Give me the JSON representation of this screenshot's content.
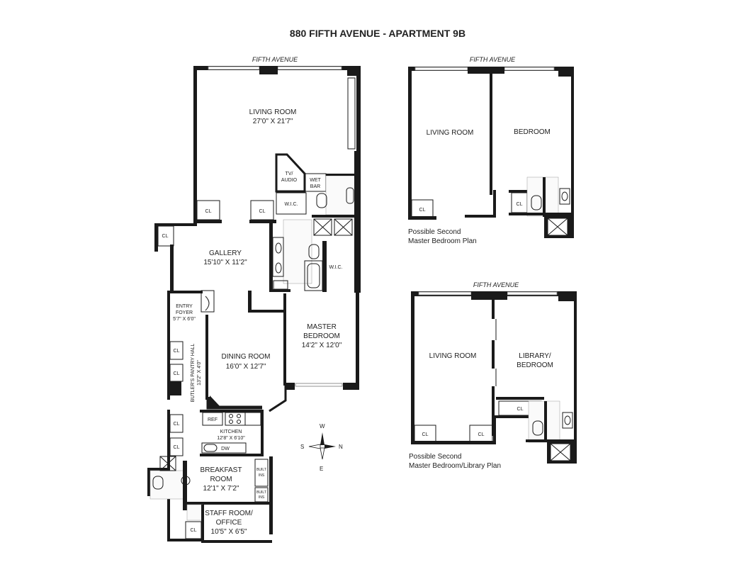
{
  "title": "880 FIFTH AVENUE - APARTMENT 9B",
  "plans": {
    "main": {
      "street": "FIFTH AVENUE",
      "rooms": {
        "living_name": "LIVING ROOM",
        "living_dim": "27'0\" X 21'7\"",
        "tv": "TV/",
        "audio": "AUDIO",
        "wet": "WET",
        "bar": "BAR",
        "wic1": "W.I.C.",
        "wic2": "W.I.C.",
        "cl_living_left": "CL",
        "cl_living_right": "CL",
        "cl_gallery": "CL",
        "gallery_name": "GALLERY",
        "gallery_dim": "15'10\" X 11'2\"",
        "entry": "ENTRY",
        "foyer": "FOYER",
        "foyer_dim": "5'7\" X 6'0\"",
        "butler": "BUTLER'S PANTRY HALL",
        "butler_dim": "13'2\" X 4'0\"",
        "cl_butler1": "CL",
        "cl_butler2": "CL",
        "dining_name": "DINING ROOM",
        "dining_dim": "16'0\" X 12'7\"",
        "master_name1": "MASTER",
        "master_name2": "BEDROOM",
        "master_dim": "14'2\" X 12'0\"",
        "ref": "REF",
        "kitchen_name": "KITCHEN",
        "kitchen_dim": "12'8\" X 6'10\"",
        "dw": "DW",
        "cl_kitchen1": "CL",
        "cl_kitchen2": "CL",
        "breakfast_name1": "BREAKFAST",
        "breakfast_name2": "ROOM",
        "breakfast_dim": "12'1\" X 7'2\"",
        "built1": "BUILT",
        "ins1": "INS",
        "built2": "BUILT",
        "ins2": "INS",
        "staff_name1": "STAFF ROOM/",
        "staff_name2": "OFFICE",
        "staff_dim": "10'5\" X 6'5\"",
        "cl_staff": "CL"
      }
    },
    "compass": {
      "north": "N",
      "south": "S",
      "east": "E",
      "west": "W"
    },
    "alt1": {
      "street": "FIFTH AVENUE",
      "living": "LIVING ROOM",
      "bedroom": "BEDROOM",
      "cl1": "CL",
      "cl2": "CL",
      "note_line1": "Possible Second",
      "note_line2": "Master Bedroom Plan"
    },
    "alt2": {
      "street": "FIFTH AVENUE",
      "living": "LIVING ROOM",
      "library1": "LIBRARY/",
      "library2": "BEDROOM",
      "cl1": "CL",
      "cl2": "CL",
      "cl3": "CL",
      "note_line1": "Possible Second",
      "note_line2": "Master Bedroom/Library Plan"
    }
  }
}
